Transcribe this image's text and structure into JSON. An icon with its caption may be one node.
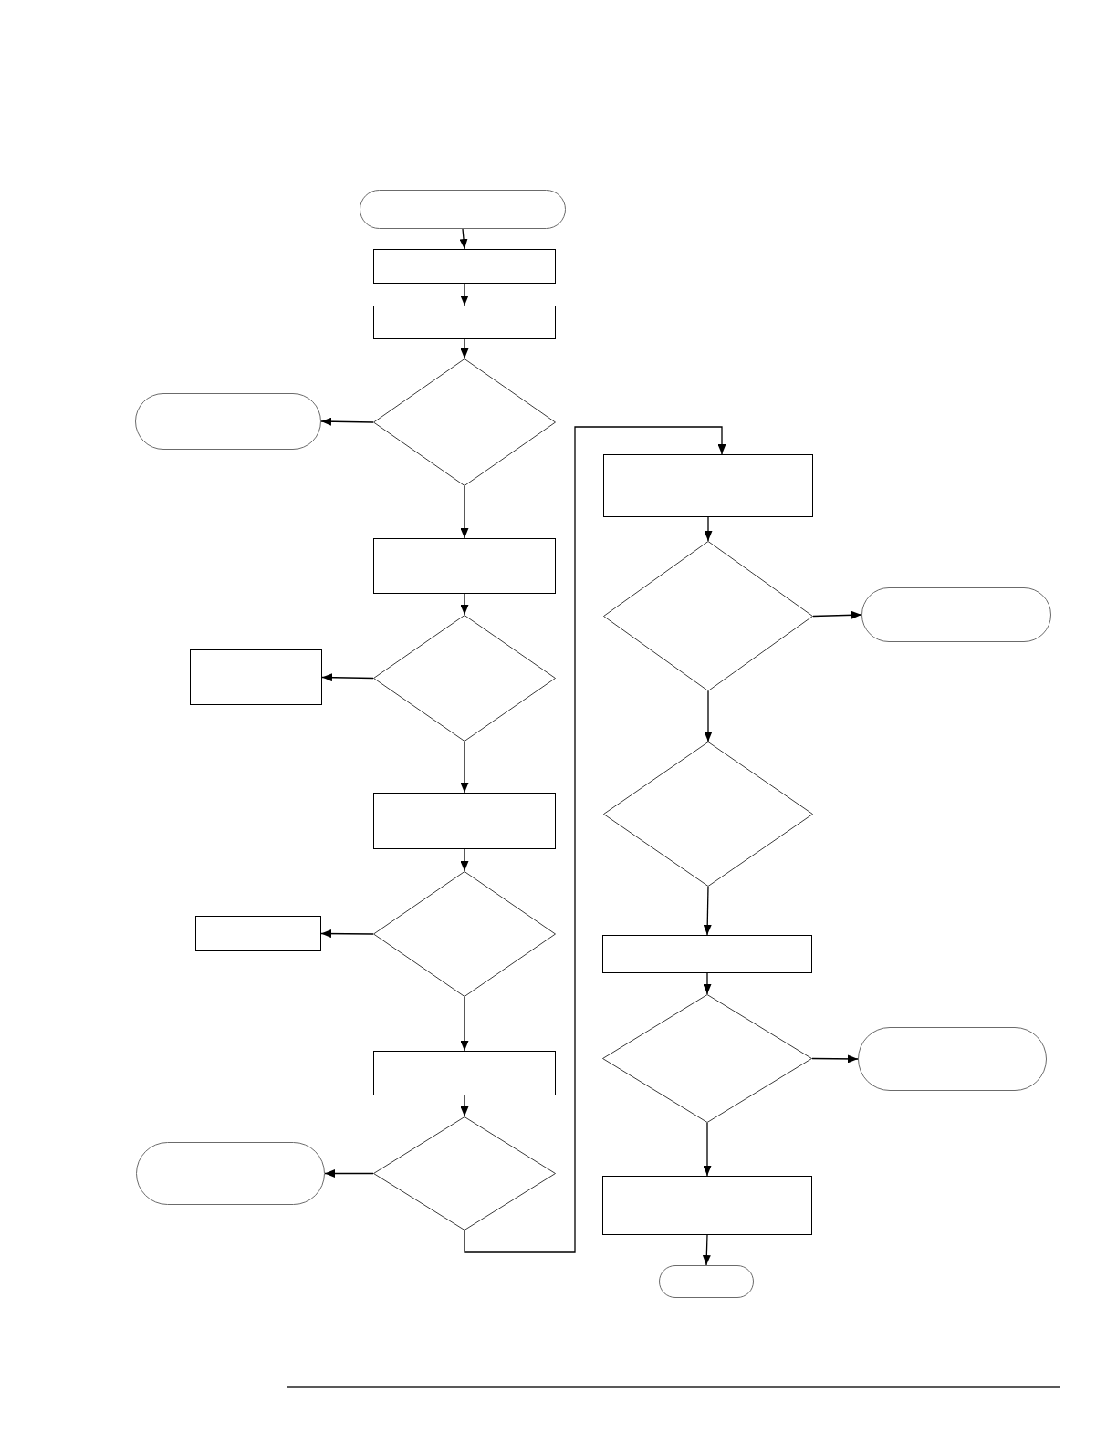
{
  "diagram": {
    "nodes": [
      {
        "text": [],
        "shape": "pill"
      },
      {
        "text": [],
        "shape": "box"
      },
      {
        "text": [],
        "shape": "box"
      },
      {
        "text": [],
        "shape": "diamond"
      },
      {
        "text": [],
        "shape": "pill"
      },
      {
        "text": [],
        "shape": "box"
      },
      {
        "text": [],
        "shape": "diamond"
      },
      {
        "text": [],
        "shape": "box"
      },
      {
        "text": [],
        "shape": "box"
      },
      {
        "text": [],
        "shape": "diamond"
      },
      {
        "text": [],
        "shape": "box"
      },
      {
        "text": [],
        "shape": "box"
      },
      {
        "text": [],
        "shape": "diamond"
      },
      {
        "text": [],
        "shape": "pill"
      },
      {
        "text": [],
        "shape": "box"
      },
      {
        "text": [],
        "shape": "diamond"
      },
      {
        "text": [],
        "shape": "pill"
      },
      {
        "text": [],
        "shape": "diamond"
      },
      {
        "text": [],
        "shape": "box"
      },
      {
        "text": [],
        "shape": "diamond"
      },
      {
        "text": [],
        "shape": "pill"
      },
      {
        "text": [],
        "shape": "box"
      },
      {
        "text": [],
        "shape": "pill"
      }
    ],
    "edges": [
      {
        "from": 0,
        "to": 1,
        "arrow": "to"
      },
      {
        "from": 1,
        "to": 2,
        "arrow": "to"
      },
      {
        "from": 2,
        "to": 3,
        "arrow": "to"
      },
      {
        "from": 3,
        "to": 4,
        "arrow": "to"
      },
      {
        "from": 3,
        "to": 5,
        "arrow": "to"
      },
      {
        "from": 5,
        "to": 6,
        "arrow": "to"
      },
      {
        "from": 6,
        "to": 7,
        "arrow": "to"
      },
      {
        "from": 6,
        "to": 8,
        "arrow": "to"
      },
      {
        "from": 8,
        "to": 9,
        "arrow": "to"
      },
      {
        "from": 9,
        "to": 10,
        "arrow": "to"
      },
      {
        "from": 9,
        "to": 11,
        "arrow": "to"
      },
      {
        "from": 11,
        "to": 12,
        "arrow": "to"
      },
      {
        "from": 12,
        "to": 13,
        "arrow": "to"
      },
      {
        "from": 12,
        "to": 14,
        "arrow": "to"
      },
      {
        "from": 14,
        "to": 15,
        "arrow": "to"
      },
      {
        "from": 15,
        "to": 16,
        "arrow": "to"
      },
      {
        "from": 15,
        "to": 17,
        "arrow": "to"
      },
      {
        "from": 17,
        "to": 18,
        "arrow": "to"
      },
      {
        "from": 18,
        "to": 19,
        "arrow": "to"
      },
      {
        "from": 19,
        "to": 20,
        "arrow": "to"
      },
      {
        "from": 19,
        "to": 21,
        "arrow": "to"
      },
      {
        "from": 21,
        "to": 22,
        "arrow": "to"
      }
    ]
  }
}
